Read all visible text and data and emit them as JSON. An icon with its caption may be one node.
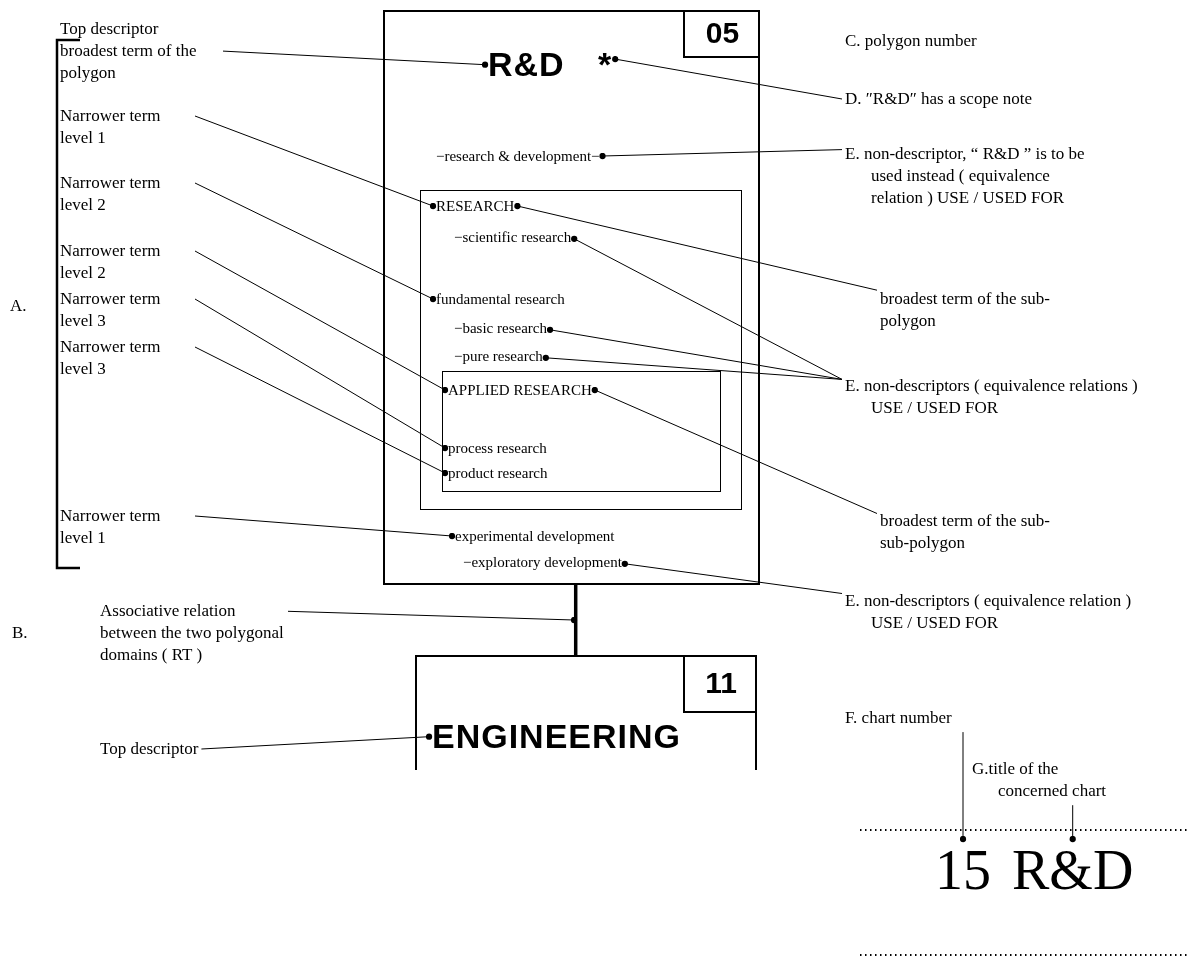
{
  "diagram": {
    "nodes": [
      {
        "text": [],
        "shape": "box"
      },
      {
        "text": [
          "05"
        ],
        "in": 0
      },
      {
        "text": [
          "R&D"
        ],
        "in": 0
      },
      {
        "text": [
          "*"
        ],
        "in": 0
      },
      {
        "text": [
          "−research & development−"
        ],
        "in": 0
      },
      {
        "text": [],
        "shape": "box",
        "in": 0
      },
      {
        "text": [
          "RESEARCH"
        ],
        "in": 5
      },
      {
        "text": [
          "−scientific research"
        ],
        "in": 5
      },
      {
        "text": [
          "fundamental research"
        ],
        "in": 5
      },
      {
        "text": [
          "−basic research"
        ],
        "in": 5
      },
      {
        "text": [
          "−pure research"
        ],
        "in": 5
      },
      {
        "text": [],
        "shape": "box",
        "in": 5
      },
      {
        "text": [
          "APPLIED RESEARCH"
        ],
        "in": 11
      },
      {
        "text": [
          "process research"
        ],
        "in": 11
      },
      {
        "text": [
          "product research"
        ],
        "in": 11
      },
      {
        "text": [
          "experimental development"
        ],
        "in": 0
      },
      {
        "text": [
          "−exploratory development"
        ],
        "in": 0
      },
      {
        "text": [],
        "shape": "box"
      },
      {
        "text": [
          "11"
        ],
        "in": 17
      },
      {
        "text": [
          "ENGINEERING"
        ],
        "in": 17
      },
      {
        "text": [
          "Top descriptor broadest term of the polygon"
        ]
      },
      {
        "text": [
          "Narrower term level 1"
        ]
      },
      {
        "text": [
          "Narrower term level 2"
        ]
      },
      {
        "text": [
          "Narrower term level 2"
        ]
      },
      {
        "text": [
          "Narrower term level 3"
        ]
      },
      {
        "text": [
          "Narrower term level 3"
        ]
      },
      {
        "text": [
          "Narrower term level 1"
        ]
      },
      {
        "text": [
          "Associative relation between the two polygonal domains ( RT )"
        ]
      },
      {
        "text": [
          "Top descriptor"
        ]
      },
      {
        "text": [
          "D. ″R&D″ has a scope note"
        ]
      },
      {
        "text": [
          "E. non-descriptor, “ R&D ” is to be used instead ( equivalence relation ) USE / USED FOR"
        ]
      },
      {
        "text": [
          "broadest term of the sub-polygon"
        ]
      },
      {
        "text": [
          "E. non-descriptors ( equivalence relations ) USE / USED FOR"
        ]
      },
      {
        "text": [
          "broadest term of the sub-sub-polygon"
        ]
      },
      {
        "text": [
          "E. non-descriptors ( equivalence relation ) USE / USED FOR"
        ]
      },
      {
        "text": [
          "F. chart number"
        ]
      },
      {
        "text": [
          "G.title of the concerned chart"
        ]
      },
      {
        "text": [
          "15"
        ]
      },
      {
        "text": [
          "R&D"
        ]
      }
    ],
    "edges": [
      {
        "from": 20,
        "to": 2,
        "arrow": "other"
      },
      {
        "from": 29,
        "to": 3,
        "arrow": "other"
      },
      {
        "from": 30,
        "to": 4,
        "arrow": "other"
      },
      {
        "from": 21,
        "to": 6,
        "arrow": "other"
      },
      {
        "from": 22,
        "to": 8,
        "arrow": "other"
      },
      {
        "from": 23,
        "to": 12,
        "arrow": "other"
      },
      {
        "from": 24,
        "to": 13,
        "arrow": "other"
      },
      {
        "from": 25,
        "to": 14,
        "arrow": "other"
      },
      {
        "from": 26,
        "to": 15,
        "arrow": "other"
      },
      {
        "from": 31,
        "to": 6,
        "arrow": "other"
      },
      {
        "from": 32,
        "to": 7,
        "arrow": "other"
      },
      {
        "from": 32,
        "to": 9,
        "arrow": "other"
      },
      {
        "from": 32,
        "to": 10,
        "arrow": "other"
      },
      {
        "from": 33,
        "to": 12,
        "arrow": "other"
      },
      {
        "from": 34,
        "to": 16,
        "arrow": "other"
      },
      {
        "from": 27,
        "to": null,
        "arrow": "other"
      },
      {
        "from": 28,
        "to": 19,
        "arrow": "other"
      },
      {
        "from": 35,
        "to": 37,
        "arrow": "other"
      },
      {
        "from": 36,
        "to": 38,
        "arrow": "other"
      },
      {
        "from": 0,
        "to": 17,
        "arrow": "none",
        "style": "thick"
      }
    ],
    "labels": [
      "A.",
      "C. polygon number",
      "B."
    ]
  }
}
